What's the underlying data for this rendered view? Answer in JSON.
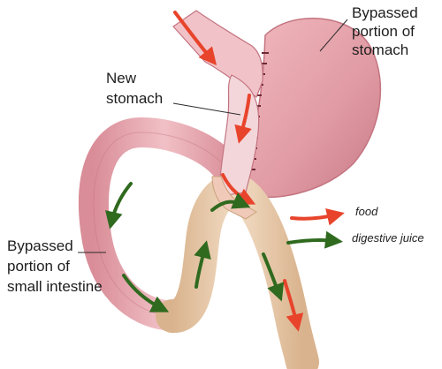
{
  "labels": {
    "bypassed_stomach": [
      "Bypassed",
      "portion of",
      "stomach"
    ],
    "new_stomach": [
      "New",
      "stomach"
    ],
    "bypassed_intestine": [
      "Bypassed",
      "portion of",
      "small intestine"
    ]
  },
  "legend": {
    "food": "food",
    "digestive_juice": "digestive juice"
  },
  "colors": {
    "food_arrow": "#e8442c",
    "juice_arrow": "#2f6a1f",
    "stomach_fill": "#e7a0a8",
    "stomach_shadow": "#c97580",
    "intestine_fill": "#e8c9a8",
    "intestine_shadow": "#c9a27c",
    "pouch_fill": "#f3d6da",
    "staple_line": "#6b2a35"
  },
  "icons": {
    "food_arrow": "arrow-right-icon",
    "juice_arrow": "arrow-right-icon"
  }
}
